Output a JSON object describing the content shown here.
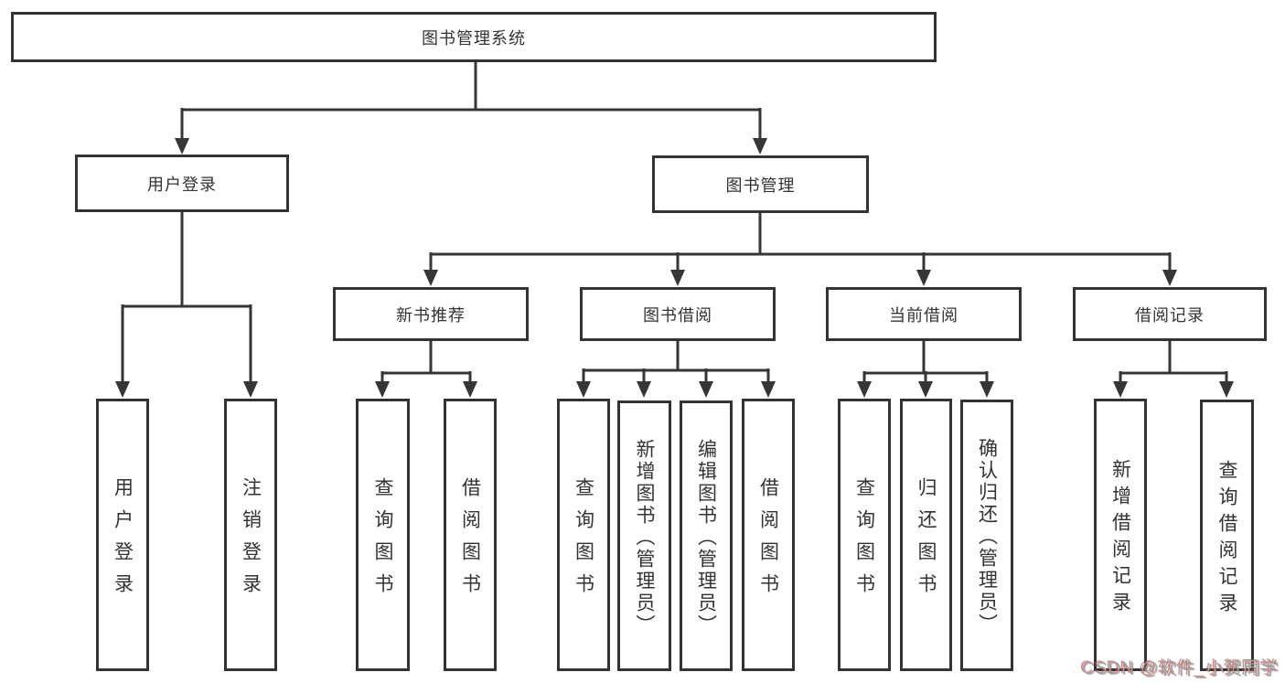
{
  "diagram": {
    "root": {
      "label": "图书管理系统"
    },
    "branches": [
      {
        "label": "用户登录",
        "children": [
          {
            "label": "用户登录"
          },
          {
            "label": "注销登录"
          }
        ]
      },
      {
        "label": "图书管理",
        "children": [
          {
            "label": "新书推荐",
            "children": [
              {
                "label": "查询图书"
              },
              {
                "label": "借阅图书"
              }
            ]
          },
          {
            "label": "图书借阅",
            "children": [
              {
                "label": "查询图书"
              },
              {
                "label": "新增图书（管理员）"
              },
              {
                "label": "编辑图书（管理员）"
              },
              {
                "label": "借阅图书"
              }
            ]
          },
          {
            "label": "当前借阅",
            "children": [
              {
                "label": "查询图书"
              },
              {
                "label": "归还图书"
              },
              {
                "label": "确认归还（管理员）"
              }
            ]
          },
          {
            "label": "借阅记录",
            "children": [
              {
                "label": "新增借阅记录"
              },
              {
                "label": "查询借阅记录"
              }
            ]
          }
        ]
      }
    ]
  },
  "watermark": {
    "text": "CSDN @软件_小贺同学"
  },
  "colors": {
    "line": "#363636",
    "text": "#333333",
    "background": "#ffffff",
    "watermark_gray": "#a4a4a4",
    "watermark_red": "#c74840"
  }
}
